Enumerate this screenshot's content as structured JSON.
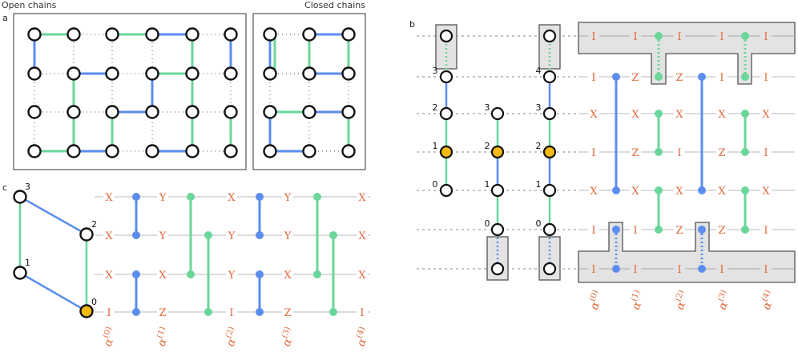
{
  "colors": {
    "blue": "#5b8def",
    "green": "#6ad69a",
    "orange_node": "#f5b90f",
    "pauli_text": "#e0673a",
    "grid_line": "#b8b8b8",
    "box_fill": "#e3e3e3",
    "box_stroke": "#555555"
  },
  "panels": {
    "a": {
      "letter": "a",
      "open_title": "Open chains",
      "closed_title": "Closed chains",
      "nodes": [
        {
          "c": 0,
          "r": 0
        },
        {
          "c": 1,
          "r": 0
        },
        {
          "c": 2,
          "r": 0
        },
        {
          "c": 3,
          "r": 0
        },
        {
          "c": 4,
          "r": 0
        },
        {
          "c": 5,
          "r": 0
        },
        {
          "c": 0,
          "r": 1
        },
        {
          "c": 1,
          "r": 1
        },
        {
          "c": 2,
          "r": 1
        },
        {
          "c": 3,
          "r": 1
        },
        {
          "c": 4,
          "r": 1
        },
        {
          "c": 5,
          "r": 1
        },
        {
          "c": 0,
          "r": 2
        },
        {
          "c": 1,
          "r": 2
        },
        {
          "c": 2,
          "r": 2
        },
        {
          "c": 3,
          "r": 2
        },
        {
          "c": 4,
          "r": 2
        },
        {
          "c": 5,
          "r": 2
        },
        {
          "c": 0,
          "r": 3
        },
        {
          "c": 1,
          "r": 3
        },
        {
          "c": 2,
          "r": 3
        },
        {
          "c": 3,
          "r": 3
        },
        {
          "c": 4,
          "r": 3
        },
        {
          "c": 5,
          "r": 3
        },
        {
          "c": 6,
          "r": 0
        },
        {
          "c": 7,
          "r": 0
        },
        {
          "c": 8,
          "r": 0
        },
        {
          "c": 6,
          "r": 1
        },
        {
          "c": 7,
          "r": 1
        },
        {
          "c": 8,
          "r": 1
        },
        {
          "c": 6,
          "r": 2
        },
        {
          "c": 7,
          "r": 2
        },
        {
          "c": 8,
          "r": 2
        },
        {
          "c": 6,
          "r": 3
        },
        {
          "c": 7,
          "r": 3
        },
        {
          "c": 8,
          "r": 3
        }
      ],
      "edges": [
        {
          "a": [
            0,
            0
          ],
          "b": [
            1,
            0
          ],
          "col": "green"
        },
        {
          "a": [
            0,
            0
          ],
          "b": [
            0,
            1
          ],
          "col": "blue"
        },
        {
          "a": [
            1,
            1
          ],
          "b": [
            1,
            3
          ],
          "col": "green",
          "via": [
            1,
            2
          ]
        },
        {
          "a": [
            1,
            1
          ],
          "b": [
            2,
            1
          ],
          "col": "blue"
        },
        {
          "a": [
            2,
            0
          ],
          "b": [
            3,
            0
          ],
          "col": "green"
        },
        {
          "a": [
            3,
            0
          ],
          "b": [
            4,
            0
          ],
          "col": "blue"
        },
        {
          "a": [
            4,
            0
          ],
          "b": [
            4,
            1
          ],
          "col": "green"
        },
        {
          "a": [
            3,
            1
          ],
          "b": [
            4,
            1
          ],
          "col": "green"
        },
        {
          "a": [
            3,
            1
          ],
          "b": [
            3,
            2
          ],
          "col": "blue"
        },
        {
          "a": [
            4,
            1
          ],
          "b": [
            4,
            3
          ],
          "col": "green"
        },
        {
          "a": [
            2,
            2
          ],
          "b": [
            3,
            2
          ],
          "col": "blue"
        },
        {
          "a": [
            2,
            2
          ],
          "b": [
            2,
            3
          ],
          "col": "green"
        },
        {
          "a": [
            0,
            3
          ],
          "b": [
            1,
            3
          ],
          "col": "green"
        },
        {
          "a": [
            1,
            3
          ],
          "b": [
            2,
            3
          ],
          "col": "blue"
        },
        {
          "a": [
            3,
            3
          ],
          "b": [
            4,
            3
          ],
          "col": "blue"
        },
        {
          "a": [
            5,
            0
          ],
          "b": [
            5,
            1
          ],
          "col": "blue"
        },
        {
          "a": [
            5,
            2
          ],
          "b": [
            5,
            3
          ],
          "col": "green"
        },
        {
          "a": [
            6,
            0
          ],
          "b": [
            6,
            1
          ],
          "col": "blue"
        },
        {
          "a": [
            6,
            0
          ],
          "b": [
            6,
            1
          ],
          "col": "green",
          "offset": 6
        },
        {
          "a": [
            7,
            0
          ],
          "b": [
            8,
            0
          ],
          "col": "blue"
        },
        {
          "a": [
            7,
            0
          ],
          "b": [
            7,
            1
          ],
          "col": "green"
        },
        {
          "a": [
            7,
            1
          ],
          "b": [
            8,
            1
          ],
          "col": "blue"
        },
        {
          "a": [
            8,
            0
          ],
          "b": [
            8,
            1
          ],
          "col": "green"
        },
        {
          "a": [
            6,
            2
          ],
          "b": [
            7,
            2
          ],
          "col": "green"
        },
        {
          "a": [
            7,
            2
          ],
          "b": [
            8,
            2
          ],
          "col": "blue"
        },
        {
          "a": [
            6,
            2
          ],
          "b": [
            6,
            3
          ],
          "col": "blue"
        },
        {
          "a": [
            6,
            3
          ],
          "b": [
            7,
            3
          ],
          "col": "blue"
        },
        {
          "a": [
            8,
            2
          ],
          "b": [
            8,
            3
          ],
          "col": "green"
        }
      ]
    },
    "b": {
      "letter": "b",
      "chain1_labels": [
        "3",
        "2",
        "1",
        "0"
      ],
      "chain2_labels": [
        "3",
        "2",
        "1",
        "0"
      ],
      "chain3_labels": [
        "4",
        "3",
        "2",
        "1",
        "0"
      ],
      "pauli_rows": [
        [
          "I",
          "I",
          "I",
          "I",
          "I"
        ],
        [
          "I",
          "Z",
          "Z",
          "I",
          "I"
        ],
        [
          "X",
          "X",
          "X",
          "X",
          "X"
        ],
        [
          "I",
          "Z",
          "I",
          "Z",
          "I"
        ],
        [
          "X",
          "X",
          "X",
          "X",
          "X"
        ],
        [
          "I",
          "I",
          "Z",
          "Z",
          "I"
        ],
        [
          "I",
          "I",
          "I",
          "I",
          "I"
        ]
      ],
      "alphas": [
        {
          "base": "α",
          "sup": "(0)"
        },
        {
          "base": "α",
          "sup": "(1)"
        },
        {
          "base": "α",
          "sup": "(2)"
        },
        {
          "base": "α",
          "sup": "(3)"
        },
        {
          "base": "α",
          "sup": "(4)"
        }
      ]
    },
    "c": {
      "letter": "c",
      "node_labels": [
        "3",
        "2",
        "1",
        "0"
      ],
      "pauli_rows": [
        [
          "X",
          "Y",
          "X",
          "Y",
          "X"
        ],
        [
          "X",
          "Y",
          "Y",
          "Y",
          "X"
        ],
        [
          "X",
          "X",
          "Y",
          "X",
          "X"
        ],
        [
          "I",
          "Z",
          "I",
          "Z",
          "I"
        ]
      ],
      "alphas": [
        {
          "base": "α",
          "sup": "(0)"
        },
        {
          "base": "α",
          "sup": "(1)"
        },
        {
          "base": "α",
          "sup": "(2)"
        },
        {
          "base": "α",
          "sup": "(3)"
        },
        {
          "base": "α",
          "sup": "(4)"
        }
      ]
    }
  }
}
